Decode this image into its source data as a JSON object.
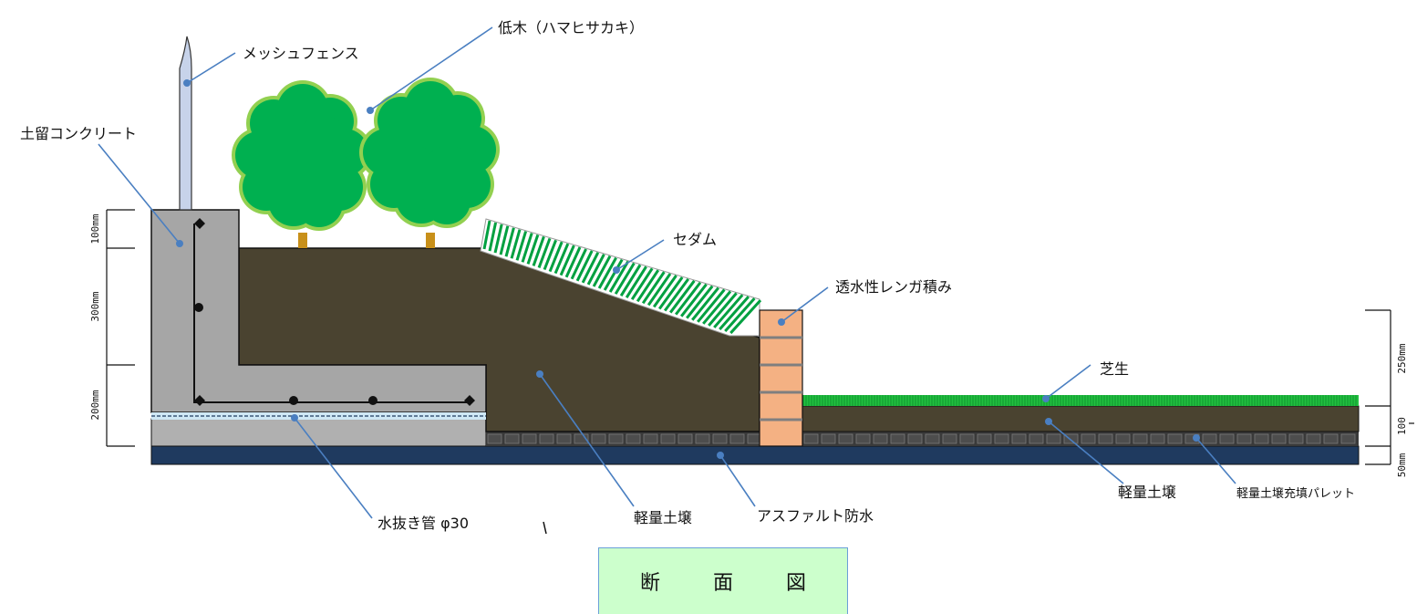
{
  "diagram": {
    "title": "断　面　図",
    "labels": {
      "mesh_fence": "メッシュフェンス",
      "low_tree": "低木（ハマヒサカキ）",
      "retaining_concrete": "土留コンクリート",
      "sedum": "セダム",
      "permeable_brick": "透水性レンガ積み",
      "lawn": "芝生",
      "drain_pipe": "水抜き管 φ30",
      "lightweight_soil_left": "軽量土壌",
      "asphalt_waterproofing": "アスファルト防水",
      "lightweight_soil_right": "軽量土壌",
      "soil_pallet": "軽量土壌充填パレット"
    },
    "dimensions_left": [
      "100mm",
      "300mm",
      "200mm"
    ],
    "dimensions_right": [
      "250mm",
      "100",
      "50mm"
    ],
    "colors": {
      "soil": "#4a4330",
      "concrete": "#a6a6a6",
      "asphalt": "#1f3a5f",
      "pallet": "#3a3a3a",
      "tree": "#00b050",
      "tree_edge": "#92d050",
      "trunk": "#c8901a",
      "brick": "#f4b183",
      "lawn": "#22c040",
      "leader": "#4a7fc1",
      "title_bg": "#ccffcc"
    }
  }
}
